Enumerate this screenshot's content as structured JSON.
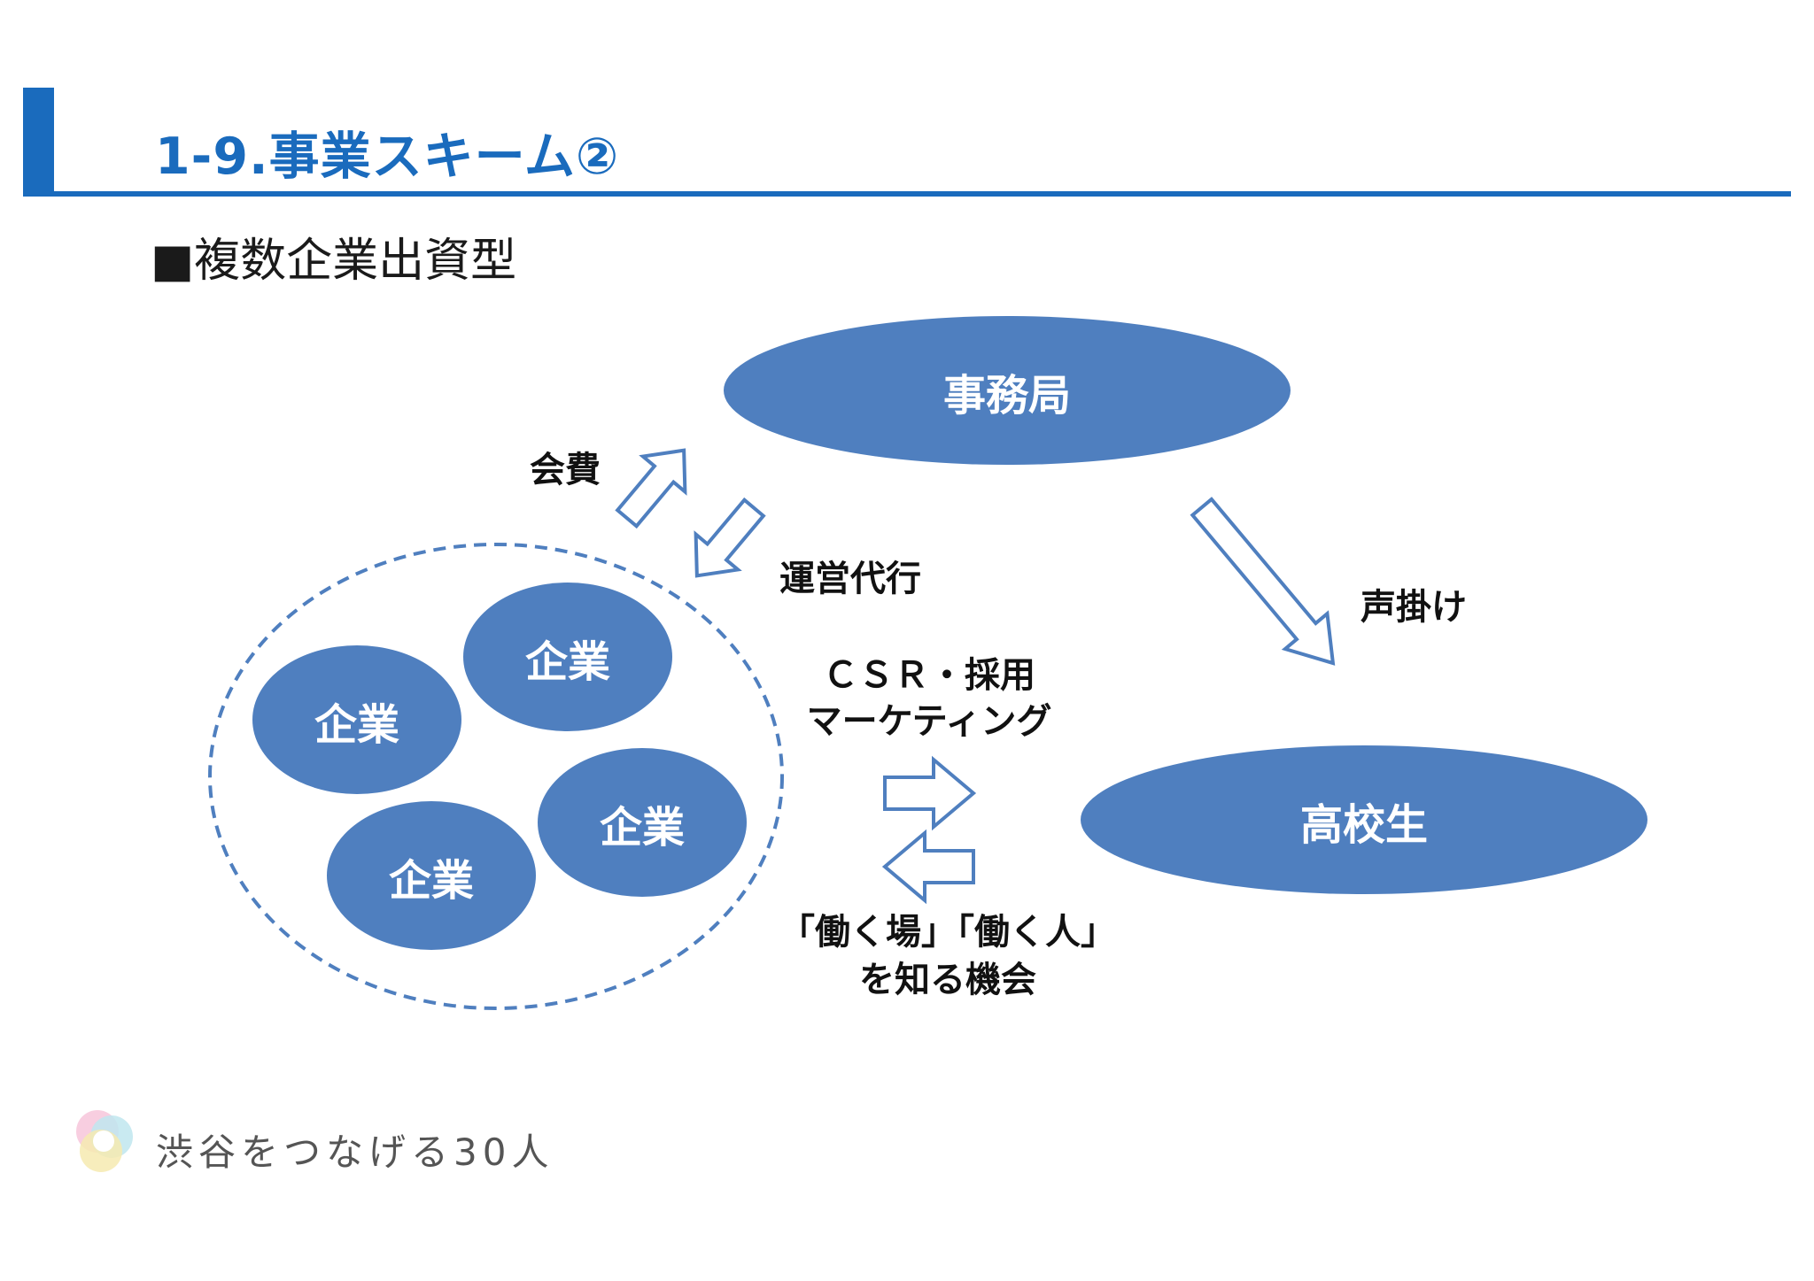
{
  "title": "1-9.事業スキーム②",
  "subtitle": "■複数企業出資型",
  "nodes": {
    "secretariat": "事務局",
    "students": "高校生",
    "company_1": "企業",
    "company_2": "企業",
    "company_3": "企業",
    "company_4": "企業"
  },
  "labels": {
    "fee": "会費",
    "operation": "運営代行",
    "outreach": "声掛け",
    "csr_line1": "ＣＳＲ・採用",
    "csr_line2": "マーケティング",
    "opportunity_line1": "「働く場」「働く人」",
    "opportunity_line2": "を知る機会"
  },
  "logo": {
    "text": "渋谷をつなげる30人"
  },
  "colors": {
    "accent": "#1a6bbd",
    "node_fill": "#4f7fbf",
    "arrow_stroke": "#4f7fbf"
  }
}
